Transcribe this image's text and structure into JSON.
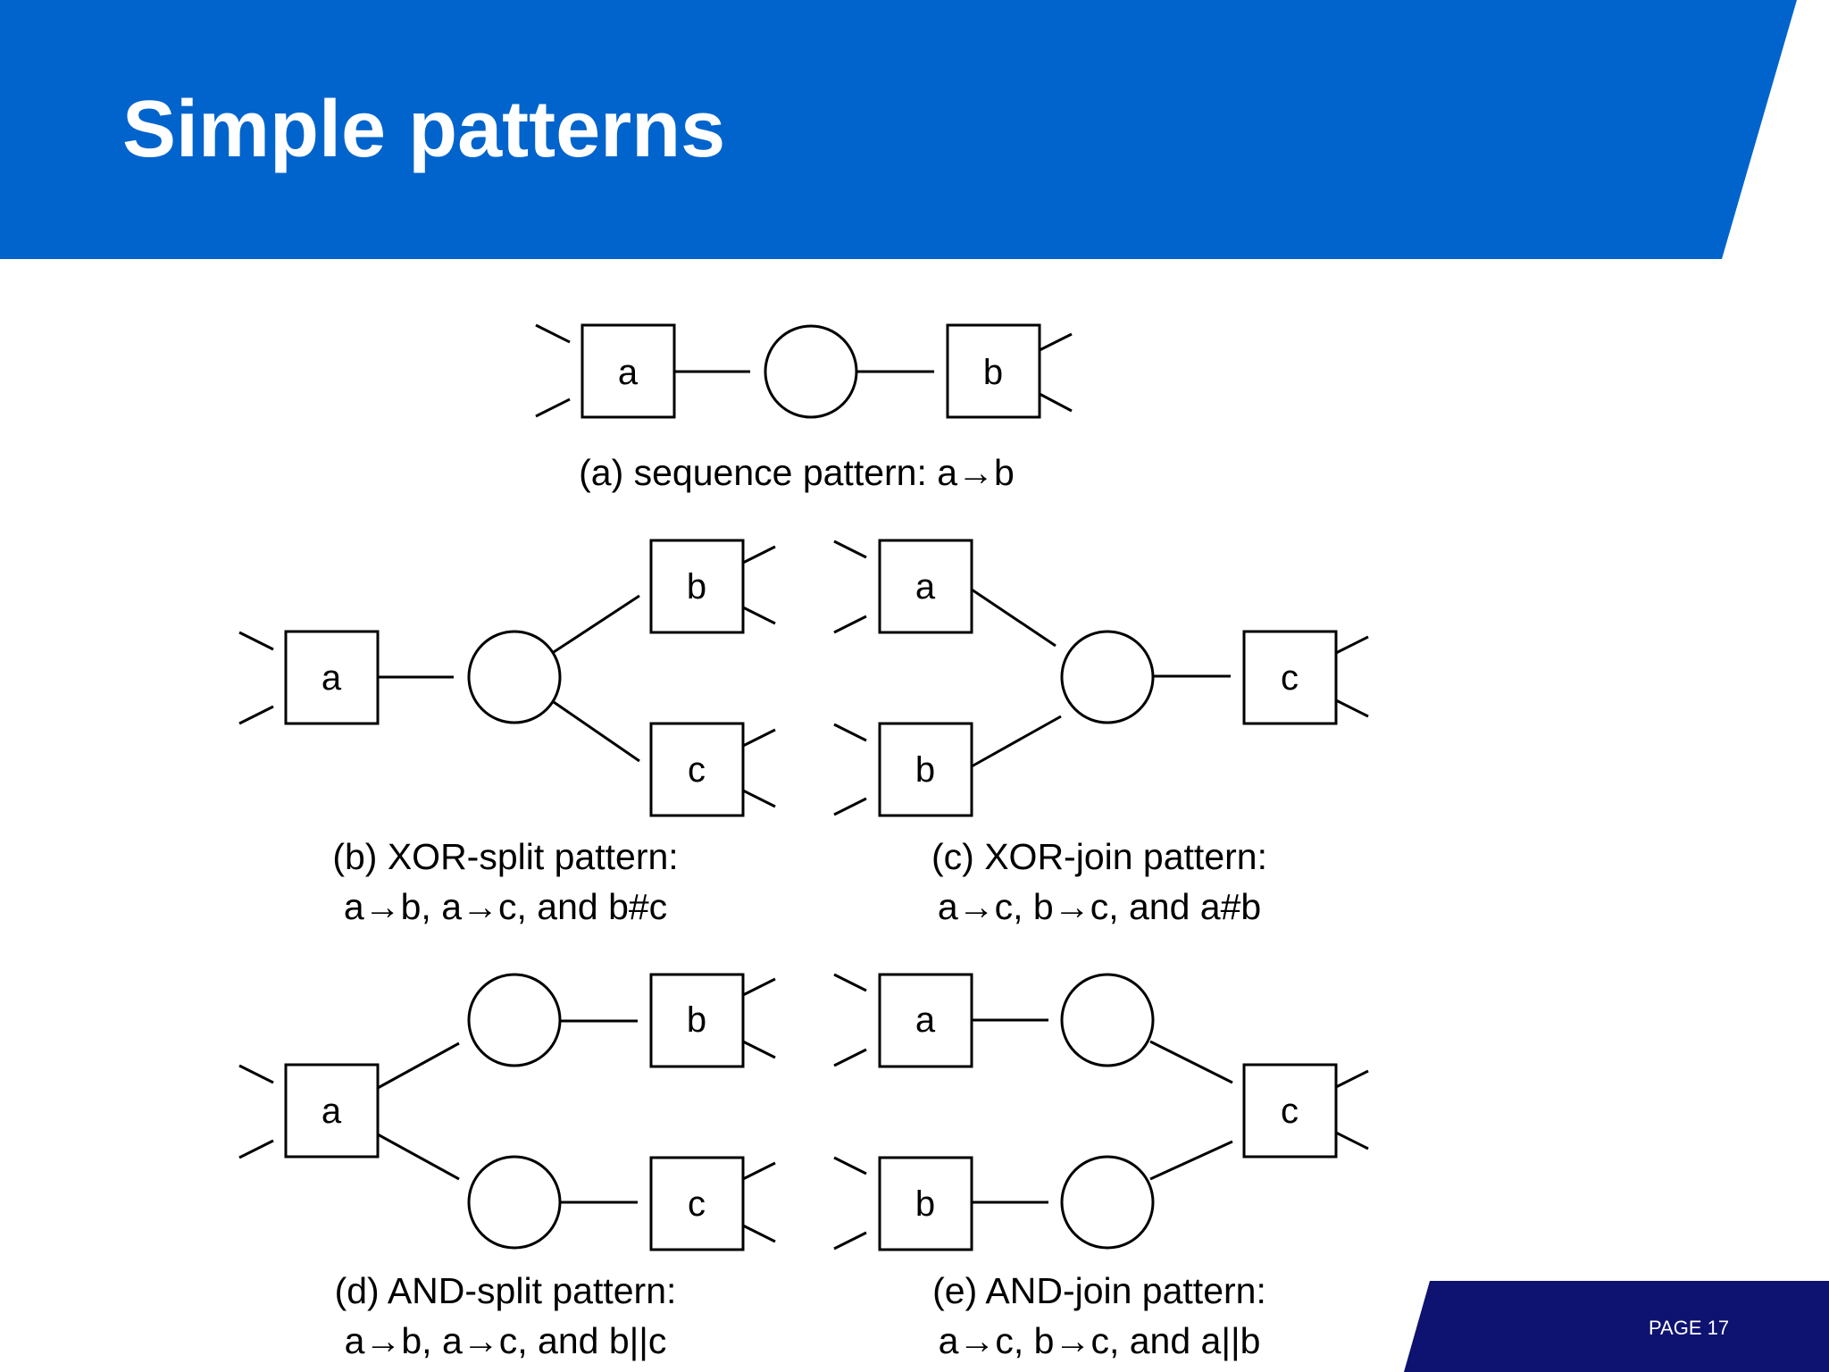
{
  "slide": {
    "title": "Simple patterns",
    "page_label": "PAGE 17",
    "colors": {
      "header_band": "#0064CC",
      "footer_band": "#0E1270",
      "text_on_band": "#FFFFFF"
    }
  },
  "diagrams": {
    "a": {
      "nodes": [
        "a",
        "b"
      ],
      "caption": [
        "(a) sequence pattern: a→b"
      ]
    },
    "b": {
      "nodes": [
        "a",
        "b",
        "c"
      ],
      "caption": [
        "(b) XOR-split pattern:",
        "a→b, a→c, and b#c"
      ]
    },
    "c": {
      "nodes": [
        "a",
        "b",
        "c"
      ],
      "caption": [
        "(c) XOR-join pattern:",
        "a→c, b→c, and a#b"
      ]
    },
    "d": {
      "nodes": [
        "a",
        "b",
        "c"
      ],
      "caption": [
        "(d) AND-split pattern:",
        "a→b, a→c, and b||c"
      ]
    },
    "e": {
      "nodes": [
        "a",
        "b",
        "c"
      ],
      "caption": [
        "(e) AND-join pattern:",
        "a→c, b→c, and a||b"
      ]
    }
  }
}
